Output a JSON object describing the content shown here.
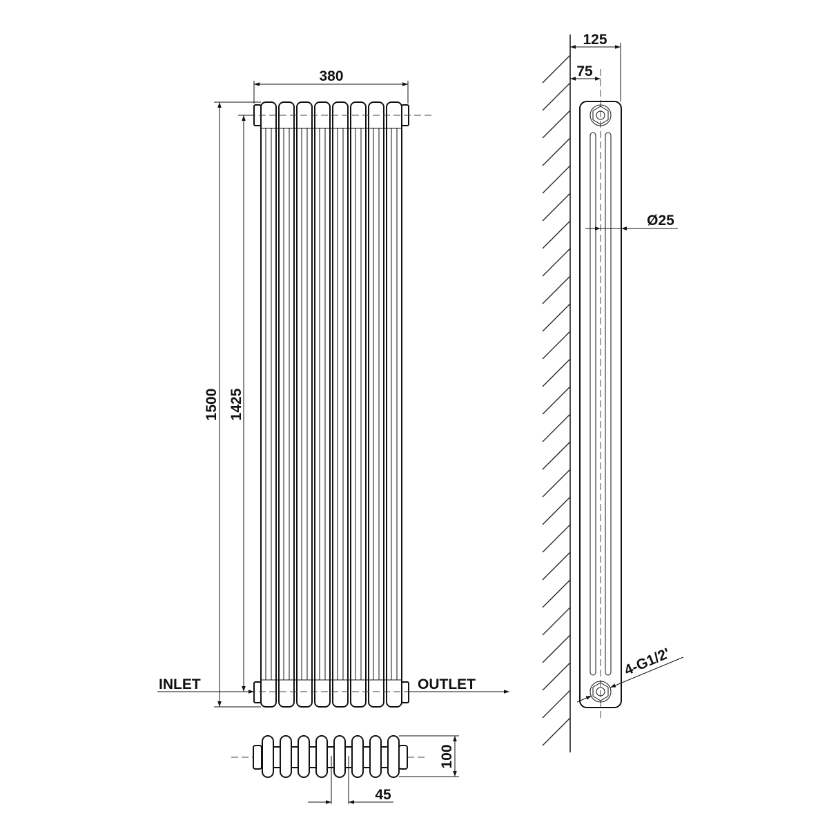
{
  "drawing": {
    "title": "Column radiator dimension drawing",
    "front_view": {
      "width_label": "380",
      "height_overall_label": "1500",
      "height_centers_label": "1425",
      "inlet_label": "INLET",
      "outlet_label": "OUTLET",
      "columns": 8
    },
    "top_view": {
      "depth_label": "100",
      "pitch_label": "45"
    },
    "side_view": {
      "depth_total_label": "125",
      "wall_to_center_label": "75",
      "tube_diameter_label": "Ø25",
      "connection_label": "4-G1/2'"
    },
    "colors": {
      "line": "#111111",
      "background": "#ffffff"
    }
  }
}
